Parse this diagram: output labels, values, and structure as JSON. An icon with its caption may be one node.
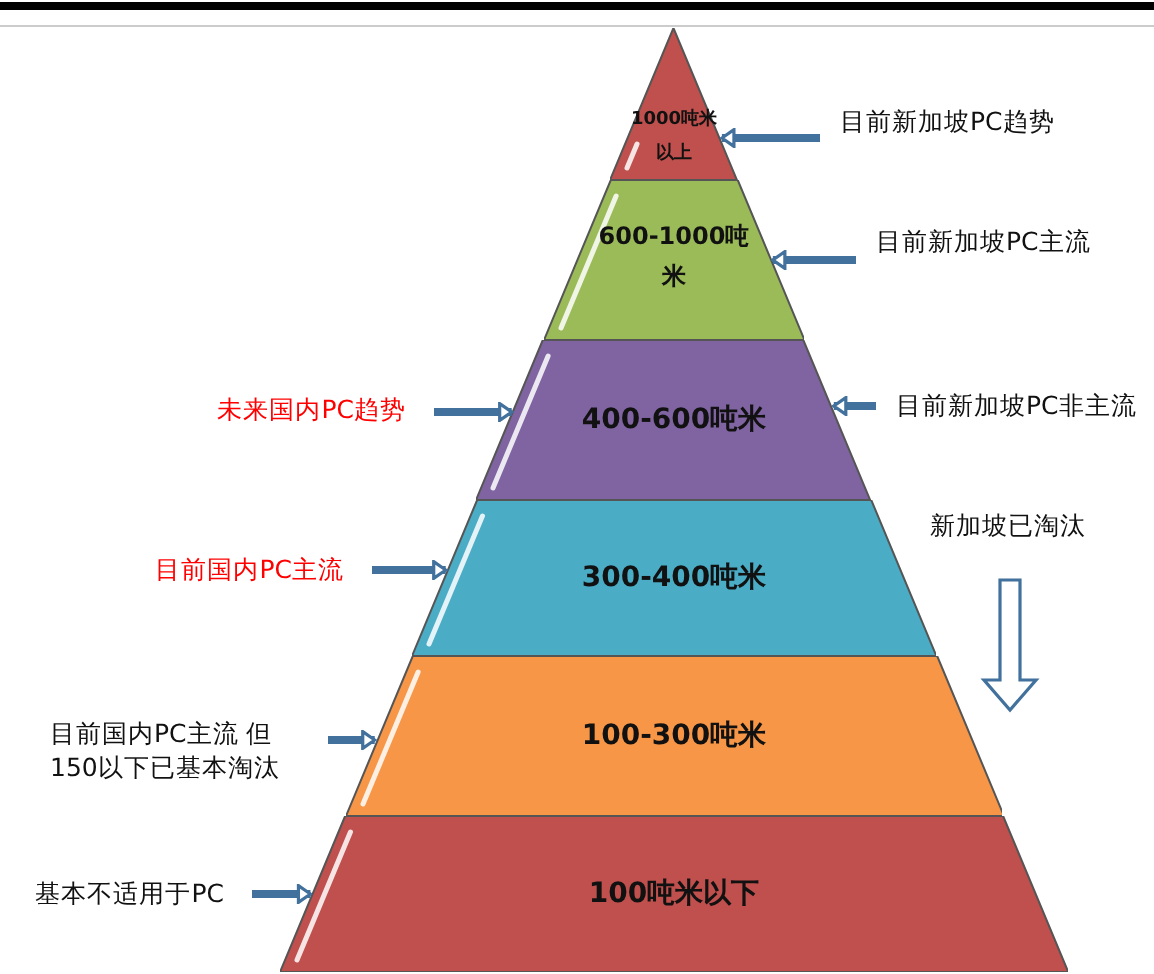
{
  "diagram": {
    "nodes": [
      {
        "text": [
          "1000吨米以上"
        ]
      },
      {
        "text": [
          "600-1000吨米"
        ]
      },
      {
        "text": [
          "400-600吨米"
        ]
      },
      {
        "text": [
          "300-400吨米"
        ]
      },
      {
        "text": [
          "100-300吨米"
        ]
      },
      {
        "text": [
          "100吨米以下"
        ]
      },
      {
        "text": [
          "目前新加坡PC趋势"
        ]
      },
      {
        "text": [
          "目前新加坡PC主流"
        ]
      },
      {
        "text": [
          "目前新加坡PC非主流"
        ]
      },
      {
        "text": [
          "未来国内PC趋势"
        ]
      },
      {
        "text": [
          "目前国内PC主流"
        ]
      },
      {
        "text": [
          "目前国内PC主流 但150以下已基本淘汰"
        ]
      },
      {
        "text": [
          "基本不适用于PC"
        ]
      },
      {
        "text": [
          "新加坡已淘汰"
        ]
      }
    ],
    "edges": [
      {
        "from": 6,
        "to": 0,
        "arrow": "to"
      },
      {
        "from": 7,
        "to": 1,
        "arrow": "to"
      },
      {
        "from": 8,
        "to": 2,
        "arrow": "to"
      },
      {
        "from": 9,
        "to": 2,
        "arrow": "to"
      },
      {
        "from": 10,
        "to": 3,
        "arrow": "to"
      },
      {
        "from": 11,
        "to": 4,
        "arrow": "to"
      },
      {
        "from": 12,
        "to": 5,
        "arrow": "to"
      },
      {
        "from": 13,
        "to": 4,
        "arrow": "to"
      }
    ]
  }
}
